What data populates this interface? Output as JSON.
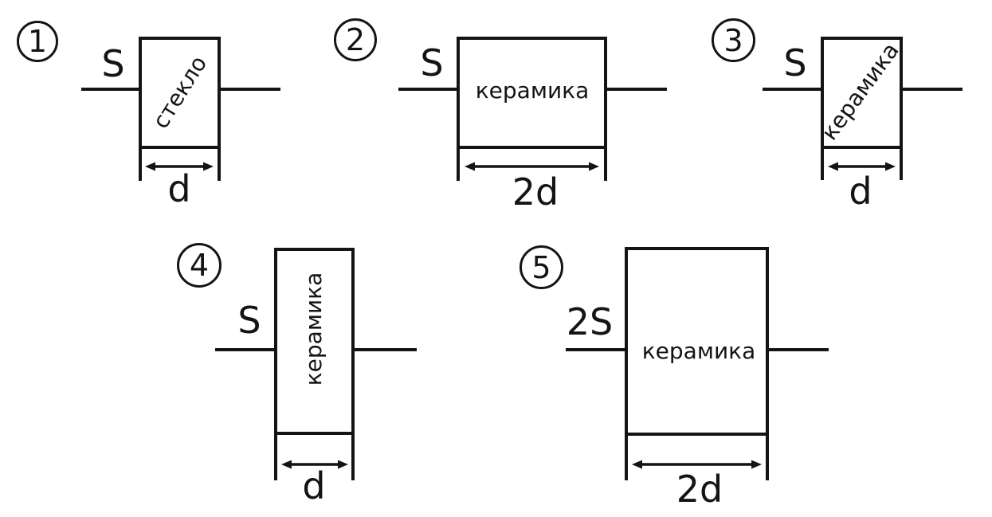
{
  "canvas": {
    "background_color": "#ffffff",
    "ink_color": "#141414"
  },
  "diagrams": [
    {
      "number": "1",
      "area_label": "S",
      "material": "стекло",
      "thickness_label": "d",
      "material_orientation": "diagonal"
    },
    {
      "number": "2",
      "area_label": "S",
      "material": "керамика",
      "thickness_label": "2d",
      "material_orientation": "horizontal"
    },
    {
      "number": "3",
      "area_label": "S",
      "material": "керамика",
      "thickness_label": "d",
      "material_orientation": "diagonal"
    },
    {
      "number": "4",
      "area_label": "S",
      "material": "керамика",
      "thickness_label": "d",
      "material_orientation": "vertical"
    },
    {
      "number": "5",
      "area_label": "2S",
      "material": "керамика",
      "thickness_label": "2d",
      "material_orientation": "horizontal"
    }
  ]
}
